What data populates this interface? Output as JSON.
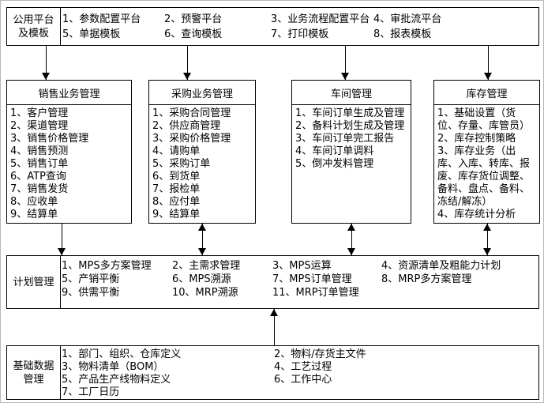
{
  "colors": {
    "line": "#000000",
    "background": "#ffffff",
    "text": "#000000"
  },
  "top_box": {
    "title_lines": [
      "公用平台",
      "及模板"
    ],
    "columns": [
      {
        "items": [
          "1、参数配置平台",
          "5、单据模板"
        ]
      },
      {
        "items": [
          "2、预警平台",
          "6、查询模板"
        ]
      },
      {
        "items": [
          "3、业务流程配置平台",
          "7、打印模板"
        ]
      },
      {
        "items": [
          "4、审批流平台",
          "8、报表模板"
        ]
      }
    ]
  },
  "modules": [
    {
      "title": "销售业务管理",
      "items": [
        "1、客户管理",
        "2、渠道管理",
        "3、销售价格管理",
        "4、销售预测",
        "5、销售订单",
        "6、ATP查询",
        "7、销售发货",
        "8、应收单",
        "9、结算单"
      ]
    },
    {
      "title": "采购业务管理",
      "items": [
        "1、采购合同管理",
        "2、供应商管理",
        "3、采购价格管理",
        "4、请购单",
        "5、采购订单",
        "6、到货单",
        "7、报检单",
        "8、应付单",
        "9、结算单"
      ]
    },
    {
      "title": "车间管理",
      "items": [
        "1、车间订单生成及管理",
        "2、备料计划生成及管理",
        "3、车间订单完工报告",
        "4、车间订单调料",
        "5、倒冲发料管理"
      ]
    },
    {
      "title": "库存管理",
      "items": [
        "1、基础设置（货位、存量、库管员）",
        "2、库存控制策略",
        "3、库存业务（出库、入库、转库、报废、库存货位调整、备料、盘点、备料、冻结/解冻）",
        "4、库存统计分析"
      ]
    }
  ],
  "planning_box": {
    "title": "计划管理",
    "columns": [
      {
        "items": [
          "1、MPS多方案管理",
          "5、产销平衡",
          "9、供需平衡"
        ]
      },
      {
        "items": [
          "2、主需求管理",
          "6、MPS溯源",
          "10、MRP溯源"
        ]
      },
      {
        "items": [
          "3、MPS运算",
          "7、MPS订单管理",
          "11、MRP订单管理"
        ]
      },
      {
        "items": [
          "4、资源清单及粗能力计划",
          "8、MRP多方案管理"
        ]
      }
    ]
  },
  "base_data_box": {
    "title_lines": [
      "基础数据",
      "管理"
    ],
    "columns": [
      {
        "items": [
          "1、部门、组织、仓库定义",
          "3、物料清单（BOM）",
          "5、产品生产线物料定义",
          "7、工厂日历"
        ]
      },
      {
        "items": [
          "2、物料/存货主文件",
          "4、工艺过程",
          "6、工作中心"
        ]
      }
    ]
  },
  "connections": [
    {
      "from": "公用平台及模板",
      "to": "销售业务管理",
      "type": "one-way-down"
    },
    {
      "from": "公用平台及模板",
      "to": "采购业务管理",
      "type": "one-way-down"
    },
    {
      "from": "公用平台及模板",
      "to": "车间管理",
      "type": "one-way-down"
    },
    {
      "from": "公用平台及模板",
      "to": "库存管理",
      "type": "one-way-down"
    },
    {
      "from": "销售业务管理",
      "to": "计划管理",
      "type": "one-way-down"
    },
    {
      "from": "采购业务管理",
      "to": "计划管理",
      "type": "two-way"
    },
    {
      "from": "车间管理",
      "to": "计划管理",
      "type": "two-way"
    },
    {
      "from": "库存管理",
      "to": "计划管理",
      "type": "two-way"
    },
    {
      "from": "基础数据管理",
      "to": "计划管理",
      "type": "one-way-up"
    }
  ]
}
